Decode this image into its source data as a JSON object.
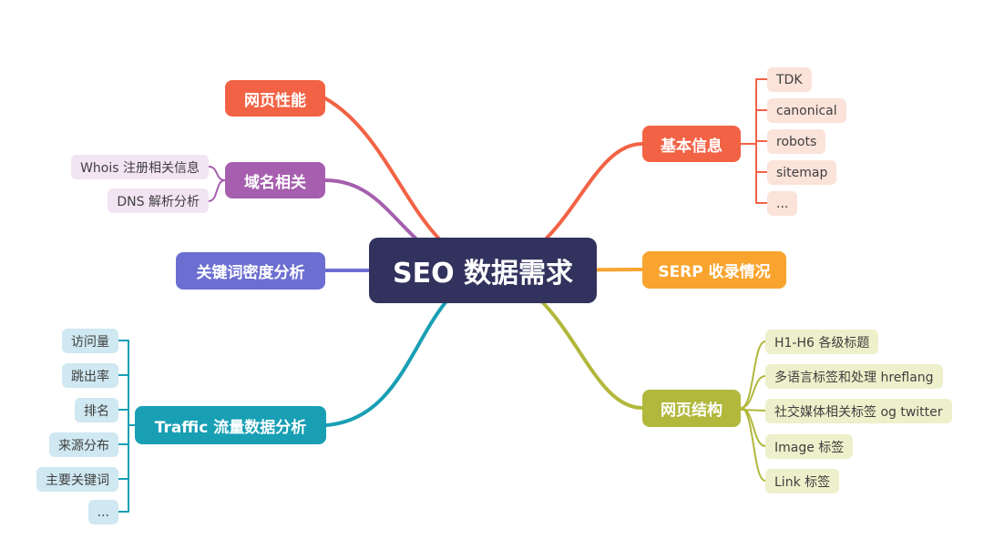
{
  "center": {
    "label": "SEO 数据需求"
  },
  "left": {
    "webperf": {
      "label": "网页性能"
    },
    "domain": {
      "label": "域名相关",
      "children": [
        {
          "label": "Whois 注册相关信息"
        },
        {
          "label": "DNS 解析分析"
        }
      ]
    },
    "keyword_density": {
      "label": "关键词密度分析"
    },
    "traffic": {
      "label": "Traffic 流量数据分析",
      "children": [
        {
          "label": "访问量"
        },
        {
          "label": "跳出率"
        },
        {
          "label": "排名"
        },
        {
          "label": "来源分布"
        },
        {
          "label": "主要关键词"
        },
        {
          "label": "..."
        }
      ]
    }
  },
  "right": {
    "basic_info": {
      "label": "基本信息",
      "children": [
        {
          "label": "TDK"
        },
        {
          "label": "canonical"
        },
        {
          "label": "robots"
        },
        {
          "label": "sitemap"
        },
        {
          "label": "..."
        }
      ]
    },
    "serp": {
      "label": "SERP 收录情况"
    },
    "structure": {
      "label": "网页结构",
      "children": [
        {
          "label": "H1-H6 各级标题"
        },
        {
          "label": "多语言标签和处理 hreflang"
        },
        {
          "label": "社交媒体相关标签 og twitter"
        },
        {
          "label": "Image 标签"
        },
        {
          "label": "Link 标签"
        }
      ]
    }
  },
  "colors": {
    "center_bg": "#32325e",
    "coral": "#f26245",
    "purple": "#a55fae",
    "periwinkle": "#6c6fd1",
    "teal": "#189fb4",
    "amber": "#f9a42e",
    "olive": "#b1b83c",
    "light_pink": "#fbe3da",
    "light_purple": "#f3e4f3",
    "light_blue": "#cfe8f1",
    "light_olive": "#edf0ca"
  }
}
